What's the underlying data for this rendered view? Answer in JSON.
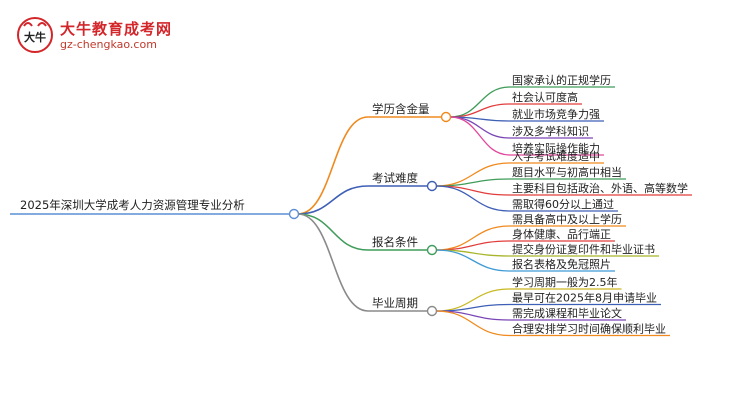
{
  "logo": {
    "title": "大牛教育成考网",
    "url": "gz-chengkao.com",
    "mark_text": "大牛"
  },
  "root": {
    "label": "2025年深圳大学成考人力资源管理专业分析",
    "color": "#5b8fd6"
  },
  "branches": [
    {
      "label": "学历含金量",
      "color": "#f08a1e",
      "children": [
        {
          "label": "国家承认的正规学历",
          "color": "#3f9c5a"
        },
        {
          "label": "社会认可度高",
          "color": "#e23c3c"
        },
        {
          "label": "就业市场竞争力强",
          "color": "#3e5fb6"
        },
        {
          "label": "涉及多学科知识",
          "color": "#7a46b6"
        },
        {
          "label": "培养实际操作能力",
          "color": "#e2479b"
        }
      ]
    },
    {
      "label": "考试难度",
      "color": "#3e5fb6",
      "children": [
        {
          "label": "入学考试难度适中",
          "color": "#f08a1e"
        },
        {
          "label": "题目水平与初高中相当",
          "color": "#3f9c5a"
        },
        {
          "label": "主要科目包括政治、外语、高等数学",
          "color": "#e23c3c"
        },
        {
          "label": "需取得60分以上通过",
          "color": "#3e5fb6"
        }
      ]
    },
    {
      "label": "报名条件",
      "color": "#3f9c5a",
      "children": [
        {
          "label": "需具备高中及以上学历",
          "color": "#f08a1e"
        },
        {
          "label": "身体健康、品行端正",
          "color": "#e23c3c"
        },
        {
          "label": "提交身份证复印件和毕业证书",
          "color": "#a8b52a"
        },
        {
          "label": "报名表格及免冠照片",
          "color": "#3e9bd6"
        }
      ]
    },
    {
      "label": "毕业周期",
      "color": "#8a8a8a",
      "children": [
        {
          "label": "学习周期一般为2.5年",
          "color": "#c9b820"
        },
        {
          "label": "最早可在2025年8月申请毕业",
          "color": "#3e5fb6"
        },
        {
          "label": "需完成课程和毕业论文",
          "color": "#7a46b6"
        },
        {
          "label": "合理安排学习时间确保顺利毕业",
          "color": "#f08a1e"
        }
      ]
    }
  ]
}
